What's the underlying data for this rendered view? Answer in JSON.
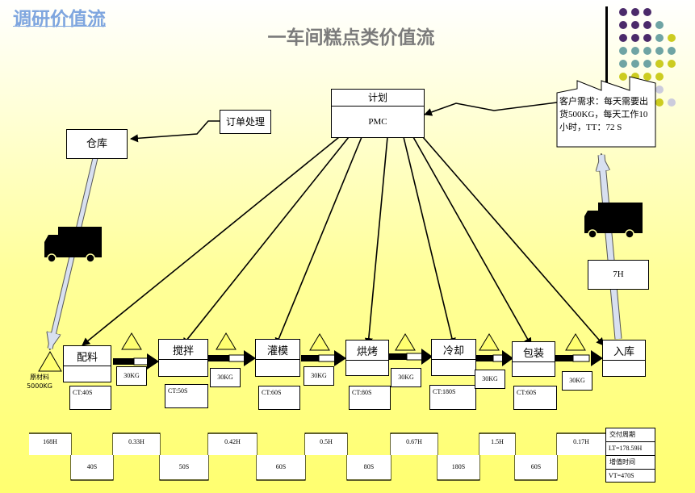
{
  "header": {
    "corner_title": "调研价值流",
    "main_title": "一车间糕点类价值流"
  },
  "planning": {
    "title": "计划",
    "dept": "PMC",
    "order_label": "订单处理"
  },
  "warehouse": {
    "label": "仓库"
  },
  "customer": {
    "text": "客户需求：每天需要出货500KG，每天工作10小时，TT：72 S"
  },
  "shipping": {
    "lead": "7H"
  },
  "raw_material": {
    "label": "原材料",
    "qty": "5000KG"
  },
  "processes": [
    {
      "name": "配料",
      "ct": "CT:40S"
    },
    {
      "name": "搅拌",
      "ct": "CT:50S"
    },
    {
      "name": "灌模",
      "ct": "CT:60S"
    },
    {
      "name": "烘烤",
      "ct": "CT:80S"
    },
    {
      "name": "冷却",
      "ct": "CT:180S"
    },
    {
      "name": "包装",
      "ct": "CT:60S"
    },
    {
      "name": "入库",
      "ct": ""
    }
  ],
  "inventories": [
    "30KG",
    "30KG",
    "30KG",
    "30KG",
    "30KG",
    "30KG"
  ],
  "timeline": {
    "waits": [
      "168H",
      "0.33H",
      "0.42H",
      "0.5H",
      "0.67H",
      "1.5H",
      "0.17H"
    ],
    "cycles": [
      "40S",
      "50S",
      "60S",
      "80S",
      "180S",
      "60S"
    ]
  },
  "summary": {
    "lt_title": "交付周期",
    "lt_value": "LT=178.59H",
    "vt_title": "增值时间",
    "vt_value": "VT=470S"
  },
  "colors": {
    "corner_title": "#7fa6df",
    "factory_purple": "#4b2a6a",
    "factory_teal": "#6fa4a4",
    "factory_yellow": "#cccc20",
    "factory_grey": "#ccccdd"
  }
}
